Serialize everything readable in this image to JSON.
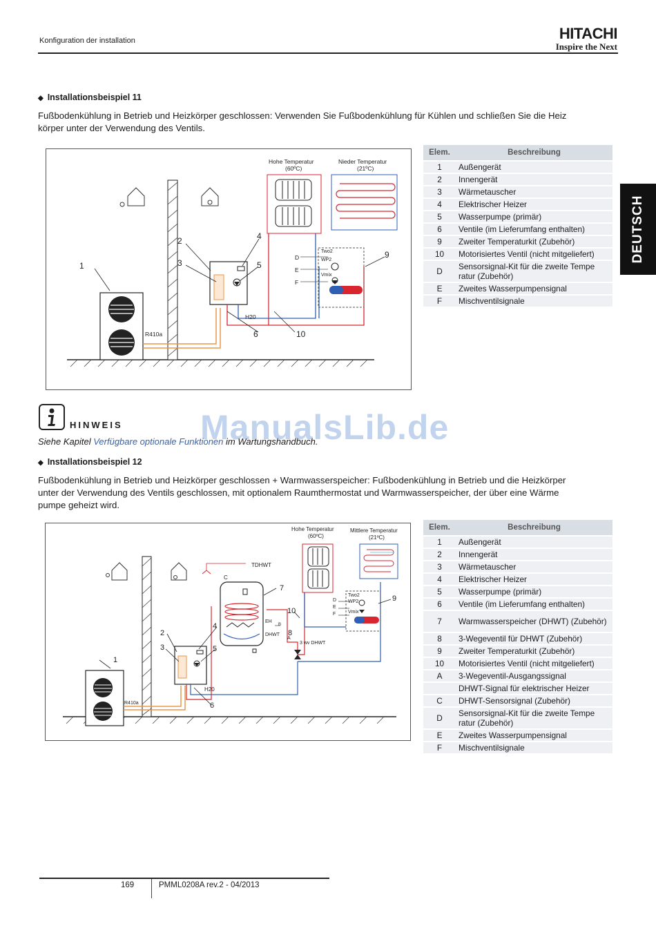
{
  "header": {
    "title": "Konfiguration der installation",
    "logo_main": "HITACHI",
    "logo_sub": "Inspire the Next"
  },
  "side_tab": "DEUTSCH",
  "example11": {
    "heading": "Installationsbeispiel 11",
    "line1": "Fußbodenkühlung in Betrieb und Heizkörper geschlossen: Verwenden Sie Fußbodenkühlung für Kühlen und schließen Sie die Heiz",
    "line2": "körper unter der Verwendung des Ventils.",
    "diagram": {
      "hohe_temp": "Hohe Temperatur",
      "hohe_temp_val": "(60ºC)",
      "nieder_temp": "Nieder Temperatur",
      "nieder_temp_val": "(21ºC)",
      "n1": "1",
      "n2": "2",
      "n3": "3",
      "n4": "4",
      "n5": "5",
      "n6": "6",
      "n9": "9",
      "n10": "10",
      "r410a": "R410a",
      "h20": "H20",
      "d": "D",
      "e": "E",
      "f": "F",
      "two2": "Two2",
      "wp2": "WP2",
      "vmix": "Vmix"
    },
    "legend": {
      "col_key": "Elem.",
      "col_desc": "Beschreibung",
      "rows": [
        {
          "k": "1",
          "d": "Außengerät"
        },
        {
          "k": "2",
          "d": "Innengerät"
        },
        {
          "k": "3",
          "d": "Wärmetauscher"
        },
        {
          "k": "4",
          "d": "Elektrischer Heizer"
        },
        {
          "k": "5",
          "d": "Wasserpumpe (primär)"
        },
        {
          "k": "6",
          "d": "Ventile (im Lieferumfang enthalten)"
        },
        {
          "k": "9",
          "d": "Zweiter Temperaturkit (Zubehör)"
        },
        {
          "k": "10",
          "d": "Motorisiertes Ventil (nicht mitgeliefert)"
        },
        {
          "k": "D",
          "d": "Sensorsignal-Kit für die zweite Tempe ratur (Zubehör)"
        },
        {
          "k": "E",
          "d": "Zweites Wasserpumpensignal"
        },
        {
          "k": "F",
          "d": "Mischventilsignale"
        }
      ]
    }
  },
  "hint": {
    "title": "HINWEIS",
    "text_pre": "Siehe Kapitel ",
    "text_link": "Verfügbare optionale Funktionen",
    "text_post": " im Wartungshandbuch."
  },
  "watermark": "ManualsLib.de",
  "example12": {
    "heading": "Installationsbeispiel 12",
    "line1": "Fußbodenkühlung in Betrieb und Heizkörper geschlossen + Warmwasserspeicher: Fußbodenkühlung in Betrieb und die Heizkörper",
    "line2": "unter der Verwendung des Ventils geschlossen, mit optionalem Raumthermostat und Warmwasserspeicher, der über eine Wärme",
    "line3": "pumpe geheizt wird.",
    "diagram": {
      "hohe_temp": "Hohe Temperatur",
      "hohe_temp_val": "(60ºC)",
      "mittlere_temp": "Mittlere Temperatur",
      "mittlere_temp_val": "(21ºC)",
      "tdhwt": "TDHWT",
      "c": "C",
      "eh": "EH",
      "b": "B",
      "dhwt": "DHWT",
      "a": "A",
      "wv": "3 wv DHWT",
      "n1": "1",
      "n2": "2",
      "n3": "3",
      "n4": "4",
      "n5": "5",
      "n6": "6",
      "n7": "7",
      "n8": "8",
      "n9": "9",
      "n10": "10",
      "r410a": "R410a",
      "h20": "H20",
      "d": "D",
      "e": "E",
      "f": "F",
      "two2": "Two2",
      "wp2": "WP2",
      "vmix": "Vmix"
    },
    "legend": {
      "col_key": "Elem.",
      "col_desc": "Beschreibung",
      "rows": [
        {
          "k": "1",
          "d": "Außengerät"
        },
        {
          "k": "2",
          "d": "Innengerät"
        },
        {
          "k": "3",
          "d": "Wärmetauscher"
        },
        {
          "k": "4",
          "d": "Elektrischer Heizer"
        },
        {
          "k": "5",
          "d": "Wasserpumpe (primär)"
        },
        {
          "k": "6",
          "d": "Ventile (im Lieferumfang enthalten)"
        },
        {
          "k": "7",
          "d": "Warmwasserspeicher (DHWT) (Zubehör)"
        },
        {
          "k": "8",
          "d": "3-Wegeventil für DHWT (Zubehör)"
        },
        {
          "k": "9",
          "d": "Zweiter Temperaturkit (Zubehör)"
        },
        {
          "k": "10",
          "d": "Motorisiertes Ventil (nicht mitgeliefert)"
        },
        {
          "k": "A",
          "d": "3-Wegeventil-Ausgangssignal"
        },
        {
          "k": "",
          "d": "DHWT-Signal für elektrischer Heizer"
        },
        {
          "k": "C",
          "d": "DHWT-Sensorsignal (Zubehör)"
        },
        {
          "k": "D",
          "d": "Sensorsignal-Kit für die zweite Tempe ratur (Zubehör)"
        },
        {
          "k": "E",
          "d": "Zweites Wasserpumpensignal"
        },
        {
          "k": "F",
          "d": "Mischventilsignale"
        }
      ]
    }
  },
  "footer": {
    "page": "169",
    "doc": "PMML0208A rev.2 - 04/2013"
  },
  "colors": {
    "hot_pipe": "#d9262e",
    "cold_pipe": "#2e5fb4",
    "refrigerant": "#e8974a",
    "legend_header": "#d9dde4",
    "legend_row": "#eef0f3"
  }
}
